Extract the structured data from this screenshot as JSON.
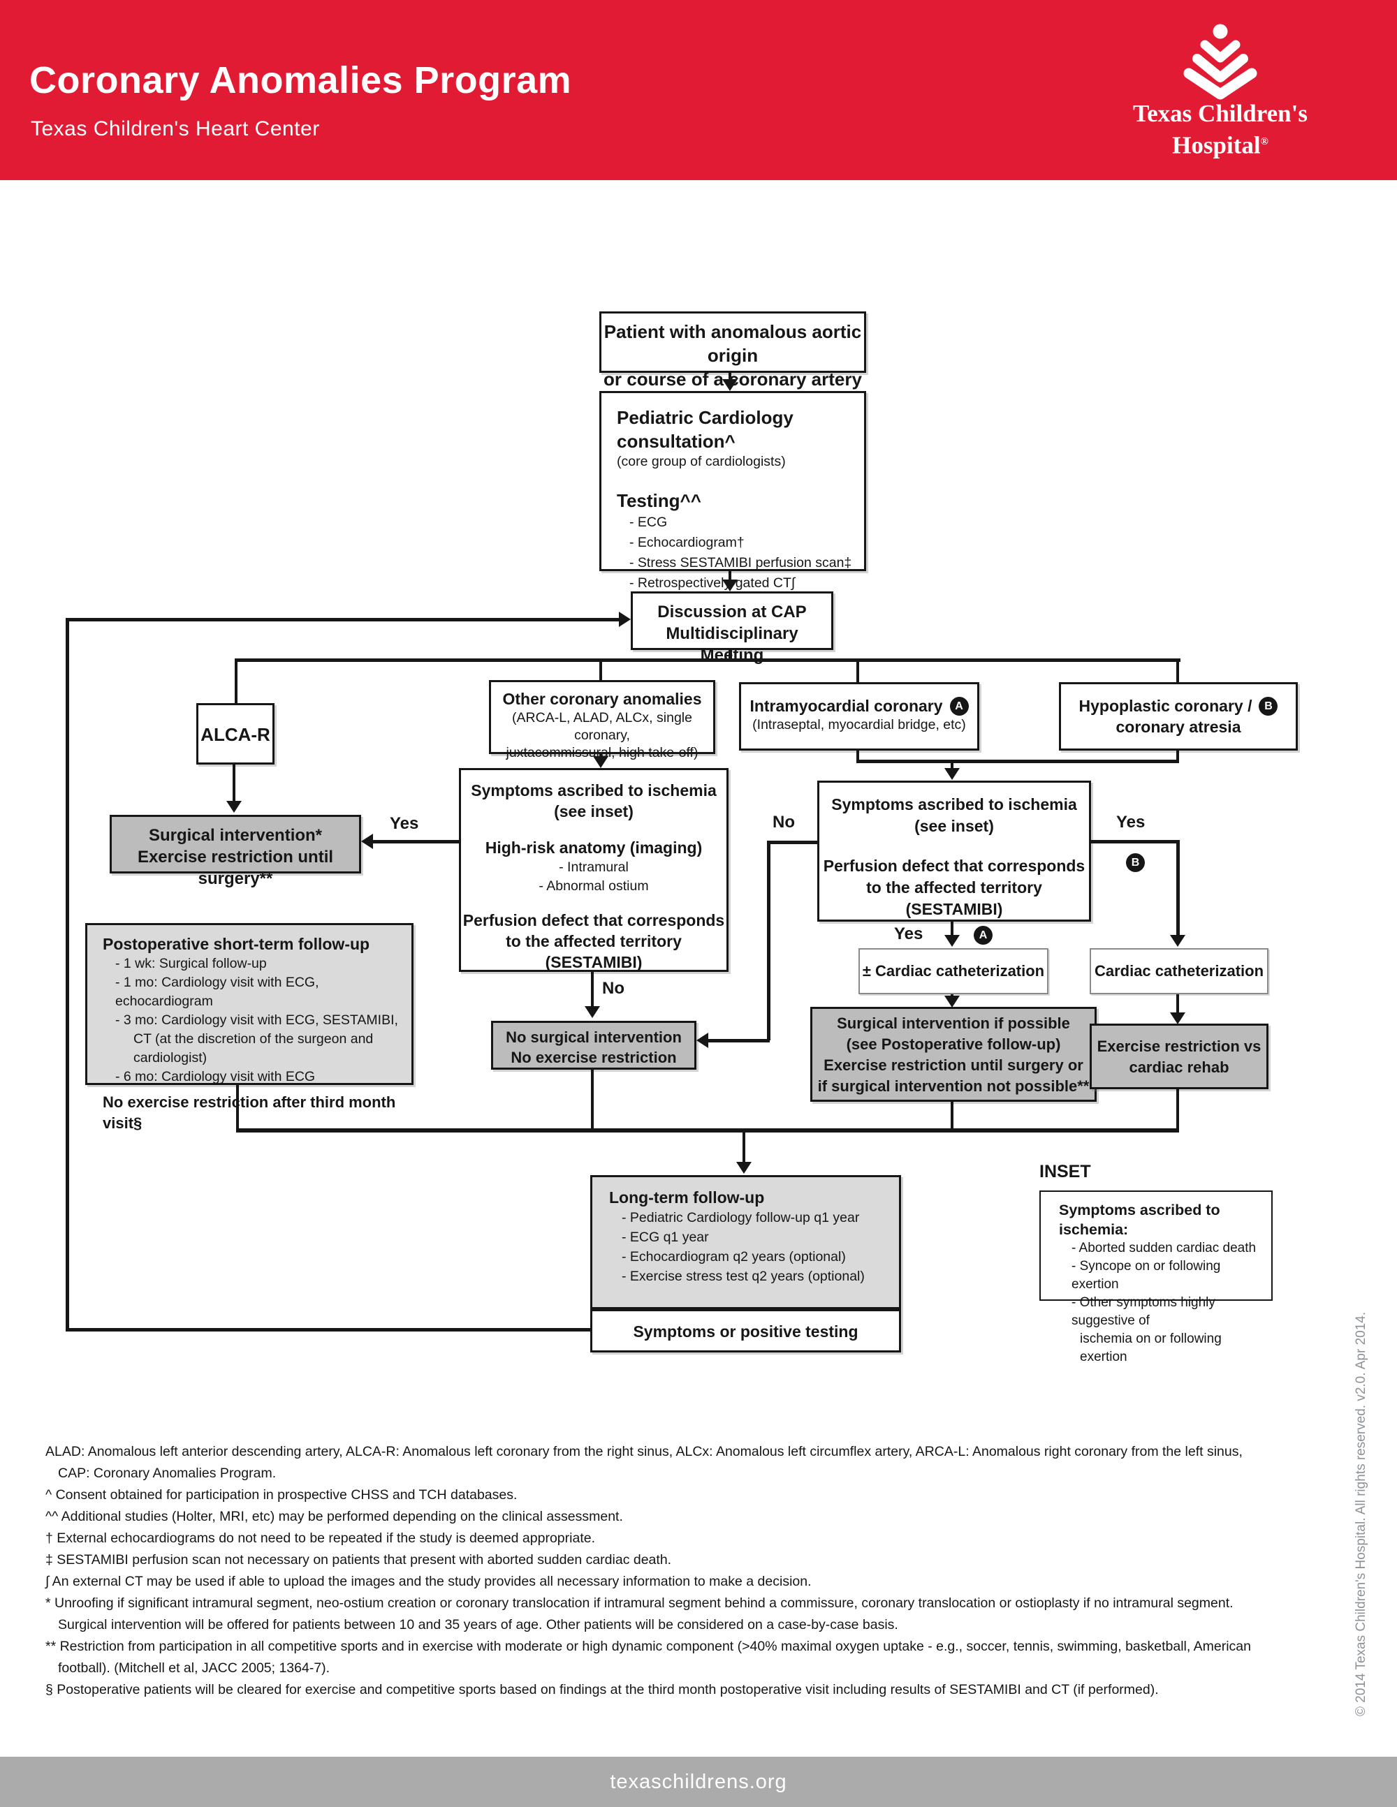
{
  "header": {
    "title": "Coronary Anomalies Program",
    "subtitle": "Texas Children's Heart Center",
    "logo_line1": "Texas Children's",
    "logo_line2": "Hospital",
    "logo_reg": "®",
    "brand_red": "#E11B33"
  },
  "flowchart": {
    "patient": {
      "line1": "Patient with anomalous aortic origin",
      "line2": "or course of a coronary artery"
    },
    "pediatric": {
      "title": "Pediatric Cardiology consultation^",
      "subtitle": "(core group of cardiologists)",
      "testing_title": "Testing^^",
      "tests": [
        "- ECG",
        "- Echocardiogram†",
        "- Stress SESTAMIBI perfusion scan‡",
        "- Retrospectively-gated CT∫"
      ]
    },
    "cap": {
      "line1": "Discussion at CAP",
      "line2": "Multidisciplinary Meeting"
    },
    "alcar": {
      "label": "ALCA-R"
    },
    "other": {
      "title": "Other coronary anomalies",
      "sub1": "(ARCA-L, ALAD, ALCx, single coronary,",
      "sub2": "juxtacommissural, high take-off)"
    },
    "intramyocardial": {
      "title": "Intramyocardial coronary",
      "badge": "A",
      "sub": "(Intraseptal, myocardial bridge, etc)"
    },
    "hypoplastic": {
      "title": "Hypoplastic coronary /",
      "badge": "B",
      "line2": "coronary atresia"
    },
    "surgical": {
      "line1": "Surgical intervention*",
      "line2": "Exercise restriction until surgery**"
    },
    "mid_symptoms": {
      "line1": "Symptoms ascribed to ischemia",
      "line2": "(see inset)",
      "anatomy_title": "High-risk anatomy (imaging)",
      "anatomy_items": [
        "- Intramural",
        "- Abnormal ostium"
      ],
      "perfusion1": "Perfusion defect that corresponds",
      "perfusion2": "to the affected territory (SESTAMIBI)"
    },
    "right_symptoms": {
      "line1": "Symptoms ascribed to ischemia",
      "line2": "(see inset)",
      "perfusion1": "Perfusion defect that corresponds",
      "perfusion2": "to the affected territory (SESTAMIBI)"
    },
    "postop": {
      "title": "Postoperative short-term follow-up",
      "items": [
        "- 1 wk: Surgical follow-up",
        "- 1 mo: Cardiology visit with ECG, echocardiogram",
        "- 3 mo: Cardiology visit with ECG, SESTAMIBI,",
        "CT (at the discretion of the surgeon and cardiologist)",
        "- 6 mo: Cardiology visit with ECG"
      ],
      "footer": "No exercise restriction after third month visit§"
    },
    "nosurg": {
      "line1": "No surgical intervention",
      "line2": "No exercise restriction"
    },
    "pm_cath": {
      "label": "± Cardiac catheterization"
    },
    "cath": {
      "label": "Cardiac catheterization"
    },
    "surg_if_possible": {
      "line1": "Surgical intervention if possible",
      "line2": "(see Postoperative follow-up)",
      "line3": "Exercise restriction until surgery or",
      "line4": "if surgical intervention not possible**"
    },
    "ex_rehab": {
      "line1": "Exercise restriction vs",
      "line2": "cardiac rehab"
    },
    "longterm": {
      "title": "Long-term follow-up",
      "items": [
        "- Pediatric Cardiology follow-up q1 year",
        "- ECG q1 year",
        "- Echocardiogram q2 years (optional)",
        "- Exercise stress test q2 years (optional)"
      ]
    },
    "sympos": {
      "label": "Symptoms or positive testing"
    },
    "labels": {
      "yes": "Yes",
      "no": "No",
      "badge_a": "A",
      "badge_b": "B"
    },
    "inset": {
      "heading": "INSET",
      "title": "Symptoms ascribed to ischemia:",
      "items": [
        "- Aborted sudden cardiac death",
        "- Syncope on or following exertion",
        "- Other symptoms highly suggestive of",
        "ischemia on or following exertion"
      ]
    }
  },
  "footnotes": [
    "ALAD: Anomalous left anterior descending artery, ALCA-R: Anomalous left coronary from the right sinus, ALCx: Anomalous left circumflex artery, ARCA-L: Anomalous right coronary from the left sinus,",
    "CAP: Coronary Anomalies Program.",
    "^ Consent obtained for participation in prospective CHSS and TCH databases.",
    "^^ Additional studies (Holter, MRI, etc) may be performed depending on the clinical assessment.",
    "† External echocardiograms do not need to be repeated if the study is deemed appropriate.",
    "‡ SESTAMIBI perfusion scan not necessary on patients that present with aborted sudden cardiac death.",
    "∫ An external CT may be used if able to upload the images and the study provides all necessary information to make a decision.",
    "* Unroofing if significant intramural segment, neo-ostium creation or coronary translocation if intramural segment behind a commissure, coronary translocation or ostioplasty if no intramural segment.",
    "Surgical intervention will be offered for patients between 10 and 35 years of age. Other patients will be considered on a case-by-case basis.",
    "** Restriction from participation in all competitive sports and in exercise with moderate or high dynamic component (>40% maximal oxygen uptake - e.g., soccer, tennis, swimming, basketball, American",
    "football). (Mitchell et al, JACC 2005; 1364-7).",
    "§  Postoperative patients will be cleared for exercise and competitive sports based on findings at the third month postoperative visit including results of SESTAMIBI and CT (if performed)."
  ],
  "copyright": "© 2014  Texas Children's Hospital. All rights reserved. v2.0. Apr 2014.",
  "footer": {
    "url": "texaschildrens.org"
  }
}
